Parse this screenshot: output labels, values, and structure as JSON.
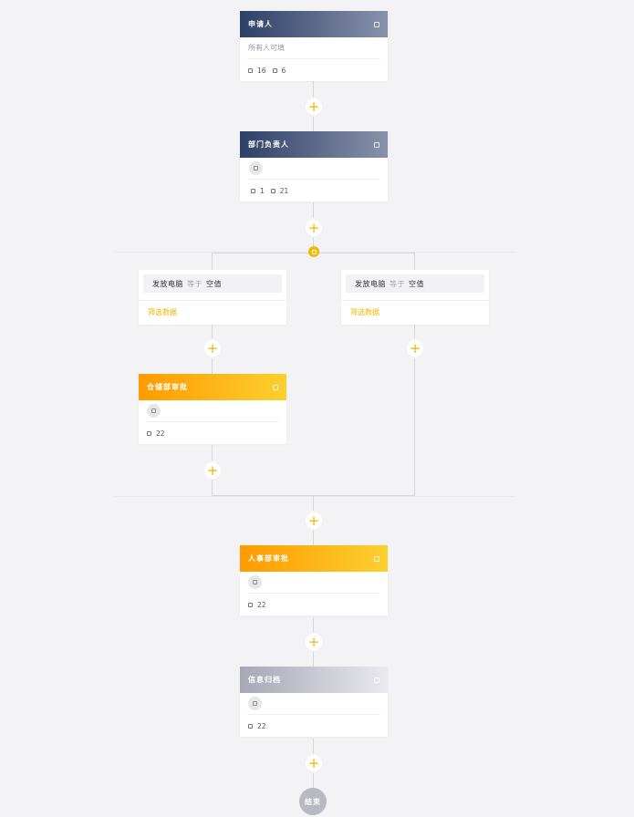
{
  "nodes": {
    "applicant": {
      "title": "申请人",
      "desc": "所有人可填",
      "count_a": "16",
      "count_b": "6"
    },
    "dept_head": {
      "title": "部门负责人",
      "count_a": "1",
      "count_b": "21"
    },
    "warehouse": {
      "title": "仓储部审批",
      "count_a": "22"
    },
    "hr": {
      "title": "人事部审批",
      "count_a": "22"
    },
    "archive": {
      "title": "信息归档",
      "count_a": "22"
    }
  },
  "conditions": [
    {
      "field": "发放电脑",
      "operator": "等于",
      "value": "空值",
      "link": "筛选数据"
    },
    {
      "field": "发放电脑",
      "operator": "等于",
      "value": "空值",
      "link": "筛选数据"
    }
  ],
  "add_symbol": "+",
  "end_label": "结束",
  "colors": {
    "accent": "#f2b400",
    "dark_header": "#2e4066",
    "orange_header": "#ff9b00",
    "grey_header": "#a7a7b6",
    "background": "#f3f3f6"
  }
}
